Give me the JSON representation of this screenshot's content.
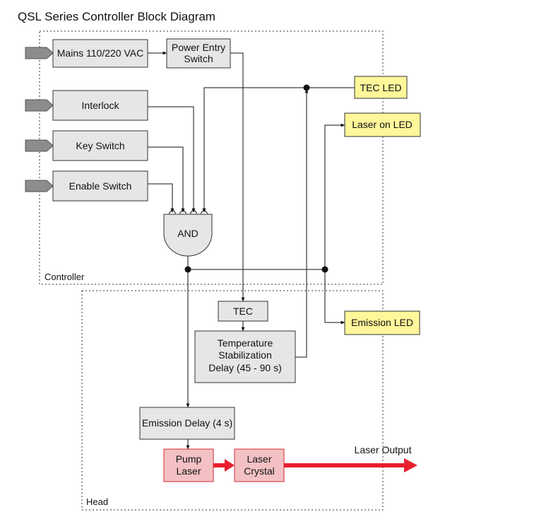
{
  "title": "QSL Series Controller Block Diagram",
  "regions": {
    "controller": "Controller",
    "head": "Head"
  },
  "blocks": {
    "mains": "Mains 110/220 VAC",
    "power_entry": [
      "Power Entry",
      "Switch"
    ],
    "interlock": "Interlock",
    "key_switch": "Key Switch",
    "enable_switch": "Enable Switch",
    "and_gate": "AND",
    "tec": "TEC",
    "temp_stab": [
      "Temperature",
      "Stabilization",
      "Delay (45 - 90 s)"
    ],
    "emission_delay": "Emission Delay (4 s)",
    "pump_laser": [
      "Pump",
      "Laser"
    ],
    "laser_crystal": [
      "Laser",
      "Crystal"
    ]
  },
  "indicators": {
    "tec_led": "TEC LED",
    "laser_on_led": "Laser on LED",
    "emission_led": "Emission LED"
  },
  "output_label": "Laser Output",
  "colors": {
    "block_fill": "#e6e6e6",
    "led_fill": "#fff79a",
    "laser_fill": "#f3c1c4",
    "laser_beam": "#e8202e",
    "input_connector": "#8c8c8c"
  }
}
